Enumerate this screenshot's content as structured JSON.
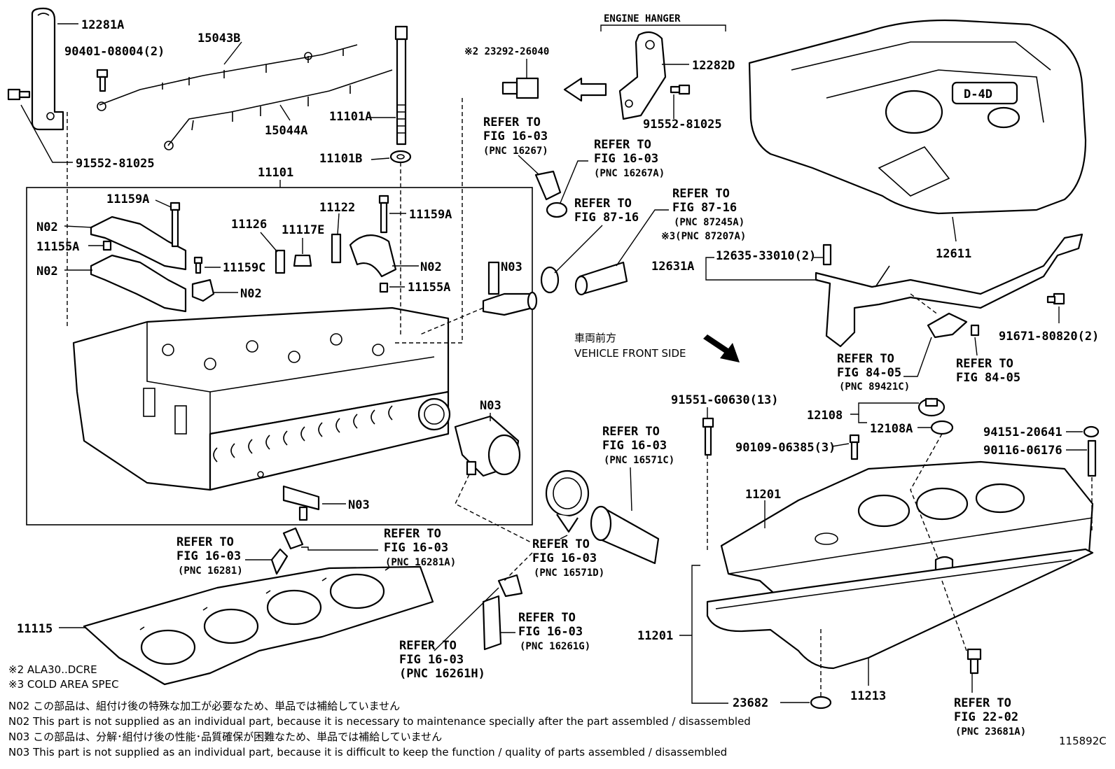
{
  "diagram_id": "115892C",
  "engine_hanger": "ENGINE HANGER",
  "vehicle_front": {
    "jp": "車両前方",
    "en": "VEHICLE FRONT SIDE"
  },
  "labels": {
    "p12281A": "12281A",
    "p90401": "90401-08004(2)",
    "p15043B": "15043B",
    "p15044A": "15044A",
    "p91552a": "91552-81025",
    "p11101": "11101",
    "p11101A": "11101A",
    "p11101B": "11101B",
    "p23292": "※2 23292-26040",
    "p12282D": "12282D",
    "p91552b": "91552-81025",
    "p11159A_1": "11159A",
    "p11159A_2": "11159A",
    "p11159C": "11159C",
    "p11155A_1": "11155A",
    "p11155A_2": "11155A",
    "p11126": "11126",
    "p11117E": "11117E",
    "p11122": "11122",
    "pN02_1": "N02",
    "pN02_2": "N02",
    "pN02_3": "N02",
    "pN02_4": "N02",
    "pN03_1": "N03",
    "pN03_2": "N03",
    "pN03_3": "N03",
    "p12611": "12611",
    "p12631A": "12631A",
    "p12635": "12635-33010(2)",
    "p91671": "91671-80820(2)",
    "p91551": "91551-G0630(13)",
    "p12108": "12108",
    "p12108A": "12108A",
    "p90109": "90109-06385(3)",
    "p94151": "94151-20641",
    "p90116": "90116-06176",
    "p11201_top": "11201",
    "p11201_side": "11201",
    "p11213": "11213",
    "p23682": "23682",
    "p11115": "11115"
  },
  "refs": {
    "r16267": [
      "REFER TO",
      "FIG 16-03",
      "(PNC 16267)"
    ],
    "r16267A": [
      "REFER TO",
      "FIG 16-03",
      "(PNC 16267A)"
    ],
    "r8716a": [
      "REFER TO",
      "FIG 87-16"
    ],
    "r87245A": [
      "REFER TO",
      "FIG 87-16",
      "(PNC 87245A)",
      "※3(PNC 87207A)"
    ],
    "r89421C": [
      "REFER TO",
      "FIG 84-05",
      "(PNC 89421C)"
    ],
    "r8405": [
      "REFER TO",
      "FIG 84-05"
    ],
    "r16571C": [
      "REFER TO",
      "FIG 16-03",
      "(PNC 16571C)"
    ],
    "r16281": [
      "REFER TO",
      "FIG 16-03",
      "(PNC 16281)"
    ],
    "r16281A": [
      "REFER TO",
      "FIG 16-03",
      "(PNC 16281A)"
    ],
    "r16571D": [
      "REFER TO",
      "FIG 16-03",
      "(PNC 16571D)"
    ],
    "r16261G": [
      "REFER TO",
      "FIG 16-03",
      "(PNC 16261G)"
    ],
    "r16261H": [
      "REFER TO",
      "FIG 16-03",
      "(PNC 16261H)"
    ],
    "r23681A": [
      "REFER TO",
      "FIG 22-02",
      "(PNC 23681A)"
    ]
  },
  "footnotes": {
    "n2": "※2  ALA30..DCRE",
    "n3": "※3 COLD AREA SPEC"
  },
  "notes": [
    "N02  この部品は、組付け後の特殊な加工が必要なため、単品では補給していません",
    "N02  This part is not supplied as an individual part, because it is necessary to maintenance specially after the part assembled / disassembled",
    "N03  この部品は、分解･組付け後の性能･品質確保が困難なため、単品では補給していません",
    "N03  This part is not supplied as an individual part, because it is difficult to keep the function / quality of parts  assembled / disassembled"
  ],
  "cover_badge": "D-4D"
}
